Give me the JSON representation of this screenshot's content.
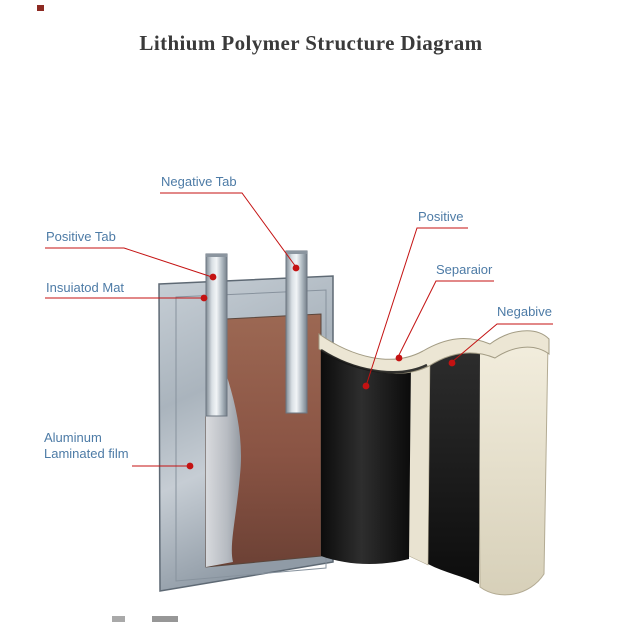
{
  "title": "Lithium Polymer Structure Diagram",
  "labels": {
    "negative_tab": "Negative Tab",
    "positive_tab": "Positive Tab",
    "insulated_mat": "Insuiatod Mat",
    "aluminum_line1": "Aluminum",
    "aluminum_line2": "Laminated film",
    "positive": "Positive",
    "separator": "Separaior",
    "negative": "Negabive"
  },
  "colors": {
    "leader_red": "#c41212",
    "label_blue": "#4d7ba6",
    "title_gray": "#3a3a3a",
    "electrode_brown": "#8a5444",
    "pouch_silver": "#b2bbc3",
    "sheet_cream": "#ece6d4",
    "sheet_black": "#161616"
  }
}
